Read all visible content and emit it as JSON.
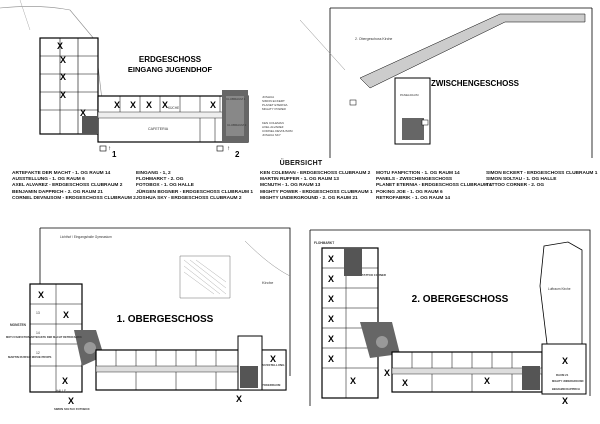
{
  "plans": {
    "ground": {
      "title_line1": "ERDGESCHOSS",
      "title_line2": "EINGANG JUGENDHOF",
      "rooms": {
        "cafeteria": "CAFETERIA",
        "kueche": "KÜCHE",
        "clubraum": "CLUBRAUM 2",
        "clubraum1": "CLUBRAUM 1"
      },
      "notes_top": [
        "JOSHUA",
        "SIMON ECKERT",
        "PLANET ETERNIA",
        "MIGHTY POWER"
      ],
      "notes_bottom": [
        "KEN COLEMAN",
        "AXEL ALVAREZ",
        "CORNEL DEVNUSOM",
        "JOSHUA SKY"
      ],
      "entrance_1": "1",
      "entrance_2": "2"
    },
    "mezzanine": {
      "title": "ZWISCHENGESCHOSS",
      "street": "2. Obergeschoss Kirche",
      "room": "PANELRAUM"
    },
    "first": {
      "title": "1. OBERGESCHOSS",
      "label_lichthof": "Lichthof / Eingangshalle Gymnasium",
      "label_kirche": "Kirche",
      "rooms": {
        "monsten": "MONSTEN",
        "motu": "MOTU FANFICTION ARTEFAKTE DER MACHT RETROFABRIK",
        "martin": "MARTIN RUFFER MOVIE PROPS",
        "halle": "HALLE",
        "ausstellung": "AUSSTELLUNG",
        "raum13": "13",
        "raum14": "14",
        "raum12": "12",
        "simon": "SIMON SOLTAU FOTOBOX",
        "poker": "POKERRAUM"
      }
    },
    "second": {
      "title": "2. OBERGESCHOSS",
      "label_kirche": "Luftraum Kirche",
      "rooms": {
        "flohmarkt": "FLOHMARKT",
        "tattoo": "TATTOO CORNER",
        "raum21": "RAUM 21",
        "mighty": "MIGHTY UNDERGROUND",
        "benjamin": "BENJAMIN DAPPRICH"
      }
    }
  },
  "overview": {
    "title": "ÜBERSICHT",
    "columns": [
      [
        "ARTEFAKTE DER MACHT - 1. OG RAUM 14",
        "AUSSTELLUNG - 1. OG RAUM 6",
        "AXEL ALVAREZ - ERDGESCHOSS CLUBRAUM 2",
        "BENJAMIN DAPPRICH - 2. OG RAUM 21",
        "CORNEL DEVNUSOM - ERDGESCHOSS CLUBRAUM 2"
      ],
      [
        "EINGANG - 1, 2",
        "FLOHMARKT - 2. OG",
        "FOTOBOX - 1. OG HALLE",
        "JÜRGEN BOGNER - ERDGESCHOSS CLUBRAUM 1",
        "JOSHUA SKY - ERDGESCHOSS CLUBRAUM 2"
      ],
      [
        "KEN COLEMAN - ERDGESCHOSS CLUBRAUM 2",
        "MARTIN RUFFER - 1. OG RAUM 13",
        "MCNUTH - 1. OG RAUM 13",
        "MIGHTY POWER - ERDGESCHOSS CLUBRAUM 1",
        "MIGHTY UNDERGROUND - 2. OG RAUM 21"
      ],
      [
        "MOTU FANFICTION - 1. OG RAUM 14",
        "PANELS - ZWISCHENGESCHOSS",
        "PLANET ETERNIA - ERDGESCHOSS CLUBRAUM 1",
        "POKING JOE - 1. OG RAUM 6",
        "RETROFABRIK - 1. OG RAUM 14"
      ],
      [
        "SIMON ECKERT - ERDGESCHOSS CLUBRAUM 1",
        "SIMON SOLTAU - 1. OG HALLE",
        "TATTOO CORNER - 2. OG"
      ]
    ]
  }
}
